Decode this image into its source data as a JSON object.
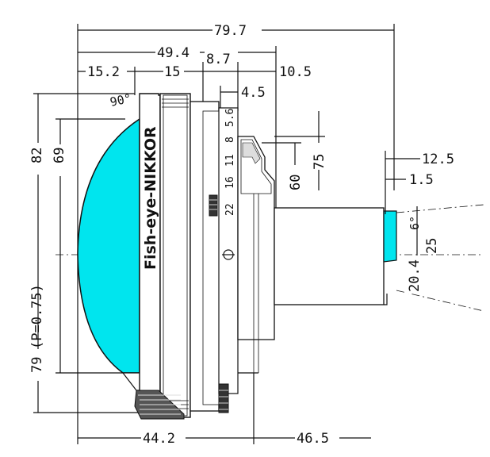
{
  "diagram": {
    "brand_text": "Fish-eye-NIKKOR",
    "aperture_scale": [
      "5.6",
      "8",
      "11",
      "16",
      "22"
    ],
    "dimensions": {
      "overall_length": "79.7",
      "length_49_4": "49.4",
      "length_15_2": "15.2",
      "length_15": "15",
      "length_8_7": "8.7",
      "length_10_5": "10.5",
      "length_4_5": "4.5",
      "length_12_5": "12.5",
      "length_1_5": "1.5",
      "length_44_2": "44.2",
      "length_46_5": "46.5",
      "diameter_82": "82",
      "diameter_69": "69",
      "diameter_79": "79",
      "diameter_60": "60",
      "diameter_75": "75",
      "diameter_25": "25",
      "diameter_20_4": "20.4",
      "angle_90": "90°",
      "angle_6": "6°",
      "pupil_note": "(P=0.75)"
    },
    "colors": {
      "glass": "#00e5ee",
      "line": "#111111"
    }
  }
}
